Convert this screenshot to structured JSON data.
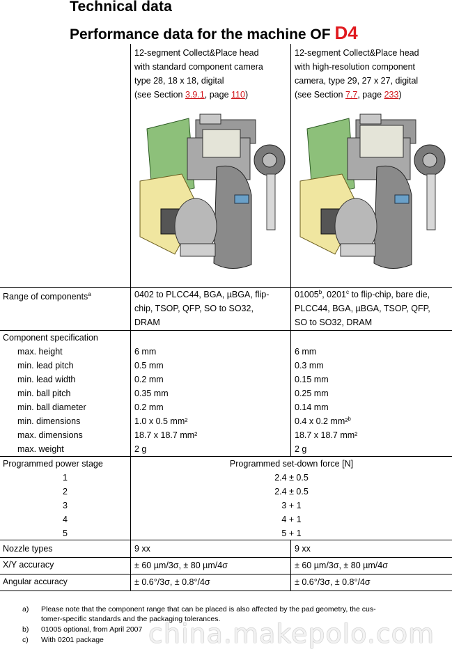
{
  "title": "Technical data",
  "subtitle_prefix": "Performance data for the machine OF ",
  "subtitle_model": "D4",
  "col1": {
    "header_lines": [
      "12-segment Collect&Place head",
      "with standard component camera",
      "type 28, 18 x 18, digital"
    ],
    "ref_prefix": "(see Section ",
    "ref_section": "3.9.1",
    "ref_mid": ", page ",
    "ref_page": "110",
    "ref_suffix": ")"
  },
  "col2": {
    "header_lines": [
      "12-segment Collect&Place head",
      "with high-resolution component",
      "camera, type 29, 27 x 27, digital"
    ],
    "ref_prefix": "(see Section ",
    "ref_section": "7.7",
    "ref_mid": ", page ",
    "ref_page": "233",
    "ref_suffix": ")"
  },
  "range": {
    "label": "Range of components",
    "label_sup": "a",
    "col1": [
      "0402 to PLCC44, BGA, µBGA, flip-",
      "chip, TSOP, QFP, SO to SO32,",
      "DRAM"
    ],
    "col2_line1_a": "01005",
    "col2_line1_sup_b": "b",
    "col2_line1_b": ", 0201",
    "col2_line1_sup_c": "c",
    "col2_line1_c": " to flip-chip, bare die,",
    "col2_lines": [
      "PLCC44, BGA, µBGA, TSOP, QFP,",
      "SO to SO32, DRAM"
    ]
  },
  "spec": {
    "label": "Component specification",
    "rows": [
      {
        "label": "max. height",
        "col1": "6 mm",
        "col2": "6 mm",
        "col2_sup": ""
      },
      {
        "label": "min. lead pitch",
        "col1": "0.5 mm",
        "col2": "0.3 mm",
        "col2_sup": ""
      },
      {
        "label": "min. lead width",
        "col1": "0.2 mm",
        "col2": "0.15 mm",
        "col2_sup": ""
      },
      {
        "label": "min. ball pitch",
        "col1": "0.35 mm",
        "col2": "0.25 mm",
        "col2_sup": ""
      },
      {
        "label": "min. ball diameter",
        "col1": "0.2 mm",
        "col2": "0.14 mm",
        "col2_sup": ""
      },
      {
        "label": "min. dimensions",
        "col1": "1.0 x 0.5 mm²",
        "col2": "0.4 x 0.2 mm²",
        "col2_sup": "b"
      },
      {
        "label": "max. dimensions",
        "col1": "18.7 x 18.7 mm²",
        "col2": "18.7 x 18.7 mm²",
        "col2_sup": ""
      },
      {
        "label": "max. weight",
        "col1": "2 g",
        "col2": "2 g",
        "col2_sup": ""
      }
    ]
  },
  "power": {
    "label": "Programmed power stage",
    "header": "Programmed set-down force [N]",
    "rows": [
      {
        "stage": "1",
        "force": "2.4 ± 0.5"
      },
      {
        "stage": "2",
        "force": "2.4 ± 0.5"
      },
      {
        "stage": "3",
        "force": "3 + 1"
      },
      {
        "stage": "4",
        "force": "4 + 1"
      },
      {
        "stage": "5",
        "force": "5 + 1"
      }
    ]
  },
  "nozzle": {
    "label": "Nozzle types",
    "col1": "9 xx",
    "col2": "9 xx"
  },
  "xy": {
    "label": "X/Y accuracy",
    "col1": "± 60 µm/3σ, ± 80 µm/4σ",
    "col2": "± 60 µm/3σ, ± 80 µm/4σ"
  },
  "angular": {
    "label": "Angular accuracy",
    "col1": "± 0.6°/3σ, ± 0.8°/4σ",
    "col2": "± 0.6°/3σ, ± 0.8°/4σ"
  },
  "footnotes": [
    {
      "mark": "a)",
      "lines": [
        "Please note that the component range that can be placed is also affected by the pad geometry, the cus-",
        "tomer-specific standards and the packaging tolerances."
      ]
    },
    {
      "mark": "b)",
      "lines": [
        "01005 optional, from April 2007"
      ]
    },
    {
      "mark": "c)",
      "lines": [
        "With 0201 package"
      ]
    }
  ],
  "watermark": "china.makepolo.com"
}
